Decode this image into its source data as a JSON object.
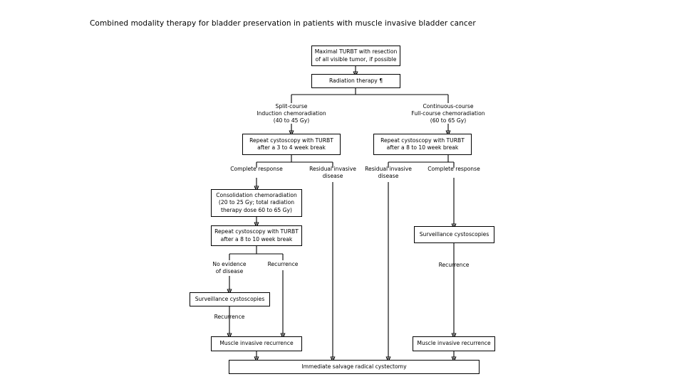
{
  "page": {
    "title": "Combined modality therapy for bladder preservation in patients with muscle invasive bladder cancer",
    "background_color": "#ffffff",
    "line_color": "#000000"
  },
  "diagram": {
    "type": "flowchart",
    "nodes": {
      "maximal_turbt": "Maximal TURBT with resection\nof all visible tumor, if possible",
      "radiation_therapy": "Radiation therapy ¶",
      "repeat_cysto_left": "Repeat cystoscopy with TURBT\nafter a 3 to 4 week break",
      "repeat_cysto_right": "Repeat cystoscopy with TURBT\nafter a 8 to 10 week break",
      "consolidation": "Consolidation chemoradiation\n(20 to 25 Gy; total radiation\ntherapy dose 60 to 65 Gy)",
      "repeat_cysto_consolidation": "Repeat cystoscopy with TURBT\nafter a 8 to 10 week break",
      "surveillance_left": "Surveillance cystoscopies",
      "surveillance_right": "Surveillance cystoscopies",
      "muscle_invasive_recurrence_left": "Muscle invasive recurrence",
      "muscle_invasive_recurrence_right": "Muscle invasive recurrence",
      "salvage_cystectomy": "Immediate salvage radical cystectomy"
    },
    "edge_labels": {
      "split_course": "Split-course\nInduction chemoradiation\n(40 to 45 Gy)",
      "continuous_course": "Continuous-course\nFull-course chemoradiation\n(60 to 65 Gy)",
      "complete_response_left": "Complete response",
      "residual_invasive_left": "Residual invasive\ndisease",
      "residual_invasive_right": "Residual invasive\ndisease",
      "complete_response_right": "Complete response",
      "no_evidence_of_disease": "No evidence\nof disease",
      "recurrence_mid": "Recurrence",
      "recurrence_left_lower": "Recurrence",
      "recurrence_right": "Recurrence"
    }
  }
}
